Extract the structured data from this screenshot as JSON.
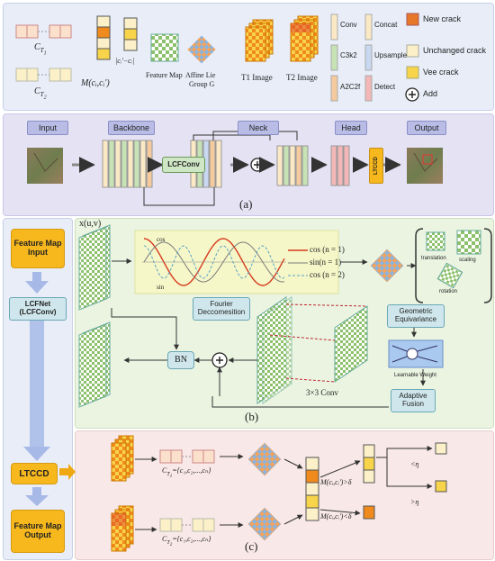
{
  "legend": {
    "ct1": "C",
    "ct1_sub": "T",
    "ct1_subsub": "1",
    "ct2": "C",
    "ct2_sub": "T",
    "ct2_subsub": "2",
    "m_func": "M(cᵢ,cᵢ')",
    "diff": "|cᵢ'−cᵢ|",
    "feature_map": "Feature Map",
    "affine": "Affine Lie",
    "group_g": "Group G",
    "t1_image": "T1 Image",
    "t2_image": "T2 Image",
    "conv": "Conv",
    "c3k2": "C3k2",
    "a2c2f": "A2C2f",
    "concat": "Concat",
    "upsample": "Upsample",
    "detect": "Detect",
    "new_crack": "New crack",
    "unchanged_crack": "Unchanged crack",
    "vee_crack": "Vee crack",
    "add": "Add"
  },
  "pipeline": {
    "input": "Input",
    "backbone": "Backbone",
    "neck": "Neck",
    "head": "Head",
    "output": "Output",
    "lcfconv": "LCFConv",
    "ltccd": "LTCCD",
    "caption": "(a)"
  },
  "sidebar": {
    "feature_map_input": "Feature Map Input",
    "lcfnet": "LCFNet (LCFConv)",
    "ltccd": "LTCCD",
    "feature_map_output": "Feature Map Output"
  },
  "panel_b": {
    "xuv": "x(u,v)",
    "cos_label": "cos",
    "sin_label": "sin",
    "legend_cos1": "cos (n = 1)",
    "legend_sin1": "sin(n = 1)",
    "legend_cos2": "cos (n = 2)",
    "fourier": "Fourier Deccomesition",
    "translation": "translation",
    "scaling": "scaling",
    "rotation": "rotation",
    "geometric": "Geometric Equivariance",
    "learnable": "Learnable Weight",
    "adaptive": "Adaptive Fusion",
    "bn": "BN",
    "conv33": "3×3 Conv",
    "caption": "(b)"
  },
  "panel_c": {
    "ct1_set": "C",
    "ct1_set_rhs": "={c₁,c₂,...,cₙ}",
    "ct2_set": "C",
    "ct2_set_rhs": "={c₁,c₂,...,cₙ}",
    "cond_gt": "M(cᵢ,cᵢ')>δ",
    "cond_lt": "M(cᵢ,cᵢ')<δ",
    "ratio_lt": "<η",
    "ratio_gt": ">η",
    "caption": "(c)"
  },
  "colors": {
    "orange": "#f08a1c",
    "yellow": "#f7d44a",
    "cream": "#fbf0c8",
    "green": "#8cc06a",
    "blue_tile": "#8ab4e0",
    "top_bg": "#e9eef8",
    "mid_bg": "#e6e3f3",
    "b_bg": "#eaf4e2",
    "c_bg": "#f9e9e8"
  }
}
